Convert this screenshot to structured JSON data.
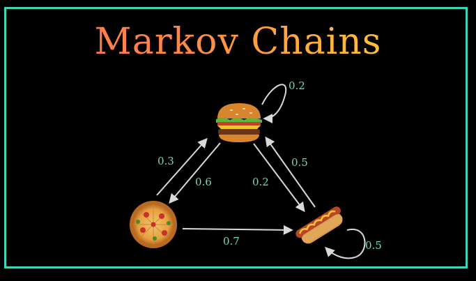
{
  "title": "Markov Chains",
  "colors": {
    "border": "#3fd6b8",
    "label": "#6fdcb4",
    "arrow": "#d9d9d9",
    "background": "#000000"
  },
  "nodes": [
    {
      "id": "burger",
      "icon": "burger-icon"
    },
    {
      "id": "pizza",
      "icon": "pizza-icon"
    },
    {
      "id": "hotdog",
      "icon": "hotdog-icon"
    }
  ],
  "edges": [
    {
      "id": "burger-self",
      "from": "burger",
      "to": "burger",
      "label": "0.2"
    },
    {
      "id": "pizza-to-burger",
      "from": "pizza",
      "to": "burger",
      "label": "0.3"
    },
    {
      "id": "burger-to-pizza",
      "from": "burger",
      "to": "pizza",
      "label": "0.6"
    },
    {
      "id": "burger-to-hotdog",
      "from": "burger",
      "to": "hotdog",
      "label": "0.2"
    },
    {
      "id": "hotdog-to-burger",
      "from": "hotdog",
      "to": "burger",
      "label": "0.5"
    },
    {
      "id": "pizza-to-hotdog",
      "from": "pizza",
      "to": "hotdog",
      "label": "0.7"
    },
    {
      "id": "hotdog-self",
      "from": "hotdog",
      "to": "hotdog",
      "label": "0.5"
    }
  ]
}
